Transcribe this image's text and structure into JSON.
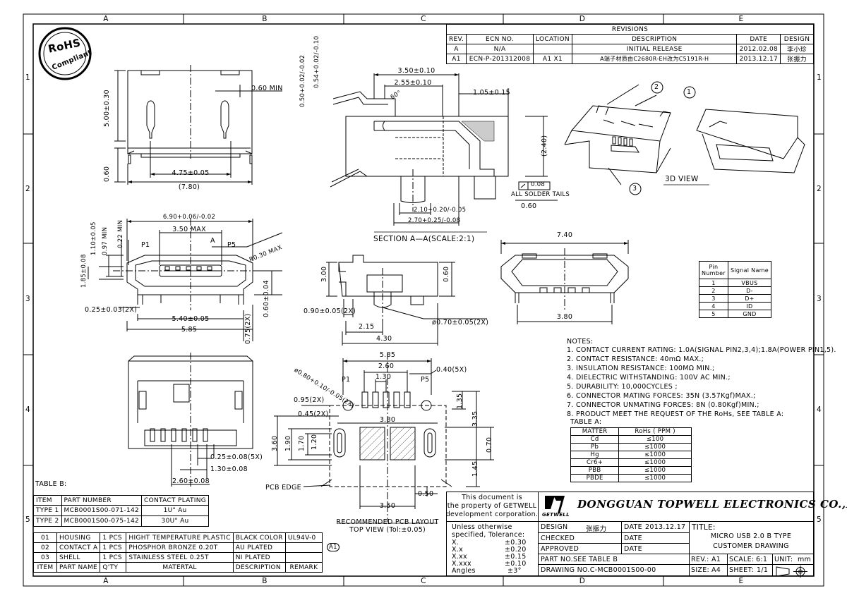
{
  "zones": {
    "columns": [
      "A",
      "B",
      "C",
      "D",
      "E"
    ],
    "rows": [
      "1",
      "2",
      "3",
      "4",
      "5"
    ]
  },
  "rohs": {
    "line1": "RoHS",
    "line2": "Compliant"
  },
  "revisions": {
    "title": "REVISIONS",
    "headers": [
      "REV.",
      "ECN NO.",
      "LOCATION",
      "DESCRIPTION",
      "DATE",
      "DESIGN"
    ],
    "rows": [
      {
        "rev": "A",
        "ecn": "N/A",
        "location": "",
        "description": "INITIAL RELEASE",
        "date": "2012.02.08",
        "design": "李小珍"
      },
      {
        "rev": "A1",
        "ecn": "ECN-P-201312008",
        "location": "A1  X1",
        "description": "A端子材质由C2680R-EH改为C5191R-H",
        "date": "2013.12.17",
        "design": "张振力"
      }
    ]
  },
  "dims": {
    "top_view": {
      "d500": "5.00±0.30",
      "d060min": "0.60 MIN",
      "d475": "4.75±0.05",
      "d780": "(7.80)",
      "d060": "0.60"
    },
    "section": {
      "d350": "3.50±0.10",
      "d255": "2.55±0.10",
      "d105": "1.05±0.15",
      "d054": "0.54+0.02/-0.10",
      "d050": "0.50+0.02/-0.02",
      "angle": "60°",
      "d240": "(2.40)",
      "flat": "0.08",
      "solder": "ALL SOLDER TAILS",
      "d060": "0.60",
      "d210": "2.10+0.20/-0.05",
      "d270": "2.70+0.25/-0.08",
      "label": "SECTION  A—A(SCALE:2:1)"
    },
    "front": {
      "d690": "6.90+0.06/-0.02",
      "d350max": "3.50 MAX",
      "d110": "1.10±0.05",
      "d097": "0.97 MIN",
      "d022": "0.22 MIN",
      "p1": "P1",
      "a": "A",
      "p5": "P5",
      "r030": "R0.30 MAX",
      "d185": "1.85±0.08",
      "d025": "0.25±0.03(2X)",
      "d540": "5.40±0.05",
      "d585": "5.85",
      "d060": "0.60±0.04",
      "d075": "0.75(2X)"
    },
    "side": {
      "d300": "3.00",
      "d060": "0.60",
      "d090": "0.90±0.05(2X)",
      "d215": "2.15",
      "d430": "4.30",
      "d070": "ø0.70±0.05(2X)"
    },
    "rear": {
      "d740": "7.40",
      "d380": "3.80"
    },
    "bottom": {
      "d025": "0.25±0.08(5X)",
      "d130": "1.30±0.08",
      "d260": "2.60±0.08"
    },
    "pcb": {
      "d585": "5.85",
      "d260": "2.60",
      "d130": "1.30",
      "d040": "0.40(5X)",
      "d080": "ø0.80+0.10/-0.05(2X)",
      "p1": "P1",
      "p5": "P5",
      "d095": "0.95(2X)",
      "d045": "0.45(2X)",
      "d380": "3.80",
      "d135": "1.35",
      "d335": "3.35",
      "d360": "3.60",
      "d190": "1.90",
      "d170": "1.70",
      "d120": "1.20",
      "d070": "0.70",
      "d145": "1.45",
      "d050": "0.50",
      "d350": "3.50",
      "edge": "PCB EDGE",
      "title": "RECOMMENDED PCB LAYOUT",
      "subtitle": "TOP VIEW (Tol:±0.05)"
    },
    "iso": {
      "label": "3D  VIEW",
      "c1": "1",
      "c2": "2",
      "c3": "3"
    }
  },
  "pin_table": {
    "headers": [
      "Pin Number",
      "Signal Name"
    ],
    "rows": [
      [
        "1",
        "VBUS"
      ],
      [
        "2",
        "D-"
      ],
      [
        "3",
        "D+"
      ],
      [
        "4",
        "ID"
      ],
      [
        "5",
        "GND"
      ]
    ]
  },
  "notes": {
    "title": "NOTES:",
    "items": [
      "1. CONTACT CURRENT RATING: 1.0A(SIGNAL PIN2,3,4);1.8A(POWER PIN1,5).",
      "2. CONTACT RESISTANCE: 40mΩ MAX.;",
      "3. INSULATION RESISTANCE: 100MΩ MIN.;",
      "4. DIELECTRIC WITHSTANDING: 100V AC MIN.;",
      "5. DURABILITY: 10,000CYCLES ;",
      "6. CONNECTOR MATING FORCES: 35N (3.57Kgf)MAX.;",
      "7. CONNECTOR UNMATING FORCES: 8N (0.80Kgf)MIN.;",
      "8. PRODUCT MEET THE REQUEST OF THE RoHs, SEE TABLE A:"
    ]
  },
  "table_a": {
    "title": "TABLE A:",
    "headers": [
      "MATTER",
      "RoHs ( PPM )"
    ],
    "rows": [
      [
        "Cd",
        "≤100"
      ],
      [
        "Pb",
        "≤1000"
      ],
      [
        "Hg",
        "≤1000"
      ],
      [
        "Cr6+",
        "≤1000"
      ],
      [
        "PBB",
        "≤1000"
      ],
      [
        "PBDE",
        "≤1000"
      ]
    ]
  },
  "table_b": {
    "title": "TABLE B:",
    "headers": [
      "ITEM",
      "PART NUMBER",
      "CONTACT PLATING"
    ],
    "rows": [
      [
        "TYPE 1",
        "MCB0001S00-071-142",
        "1U\" Au"
      ],
      [
        "TYPE 2",
        "MCB0001S00-075-142",
        "30U\" Au"
      ]
    ]
  },
  "bom": {
    "headers": [
      "ITEM",
      "PART NAME",
      "Q'TY",
      "MATERTAL",
      "DESCRIPTION",
      "REMARK"
    ],
    "rows": [
      [
        "01",
        "HOUSING",
        "1 PCS",
        "HIGHT TEMPERATURE PLASTIC",
        "BLACK COLOR",
        "UL94V-0"
      ],
      [
        "02",
        "CONTACT A",
        "1 PCS",
        "PHOSPHOR BRONZE 0.20T",
        "AU PLATED",
        ""
      ],
      [
        "03",
        "SHELL",
        "1 PCS",
        "STAINLESS STEEL 0.25T",
        "NI PLATED",
        ""
      ]
    ],
    "rev_mark": "A1"
  },
  "title_block": {
    "property": [
      "This document is",
      "the property of GETWELL",
      "development corporation."
    ],
    "logo_text": "GETWELL",
    "company": "DONGGUAN  TOPWELL  ELECTRONICS  CO.,LTD.",
    "tolerance_title": [
      "Unless otherwise",
      "specified, Tolerance:"
    ],
    "tolerances": [
      [
        "X.",
        "±0.30"
      ],
      [
        "X.x",
        "±0.20"
      ],
      [
        "X.xx",
        "±0.15"
      ],
      [
        "X.xxx",
        "±0.10"
      ],
      [
        "Angles",
        "±3°"
      ]
    ],
    "design_label": "DESIGN",
    "design_name": "张振力",
    "date_label": "DATE",
    "design_date": "2013.12.17",
    "checked_label": "CHECKED",
    "approved_label": "APPROVED",
    "part_no": "PART NO.SEE TABLE B",
    "drawing_no": "DRAWING NO.C-MCB0001S00-00",
    "title_label": "TITLE:",
    "title_line1": "MICRO USB 2.0 B TYPE",
    "title_line2": "CUSTOMER DRAWING",
    "rev_label": "REV.:",
    "rev_value": "A1",
    "scale_label": "SCALE:",
    "scale_value": "6:1",
    "unit_label": "UNIT:",
    "unit_value": "mm",
    "size_label": "SIZE:",
    "size_value": "A4",
    "sheet_label": "SHEET:",
    "sheet_value": "1/1"
  }
}
